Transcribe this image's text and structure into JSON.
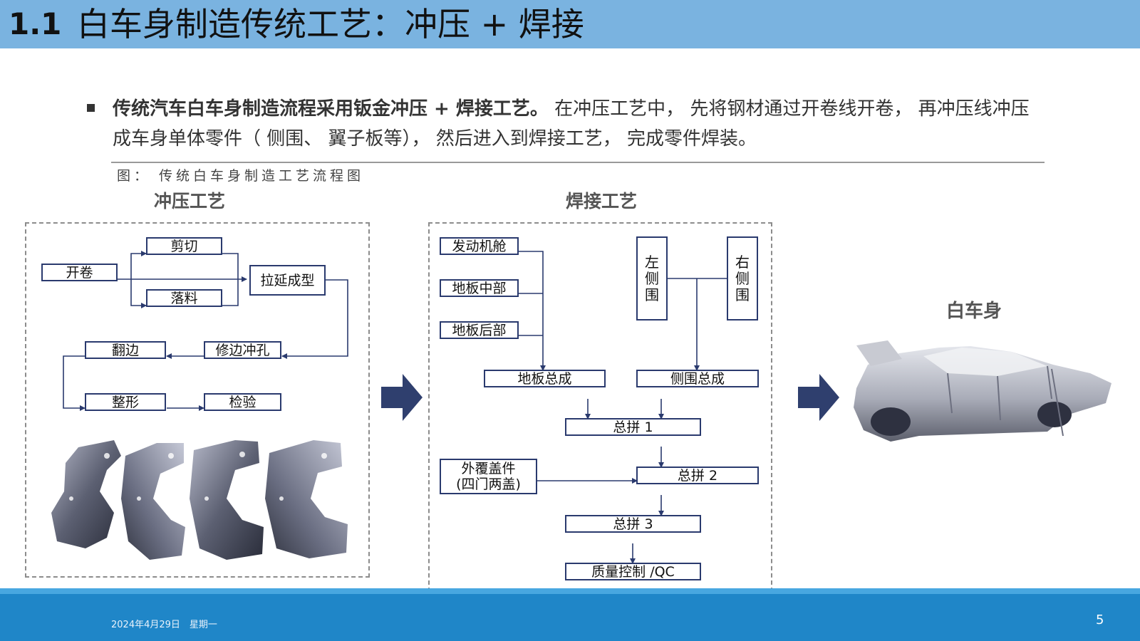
{
  "title": {
    "number": "1.1",
    "text": "白车身制造传统工艺：冲压 + 焊接"
  },
  "bullet": {
    "bold": "传统汽车白车身制造流程采用钣金冲压 + 焊接工艺。",
    "rest": "在冲压工艺中， 先将钢材通过开卷线开卷， 再冲压线冲压成车身单体零件（ 侧围、 翼子板等）， 然后进入到焊接工艺， 完成零件焊装。"
  },
  "figure_caption": "图： 传统白车身制造工艺流程图",
  "stamping": {
    "label": "冲压工艺",
    "nodes": {
      "uncoil": "开卷",
      "shear": "剪切",
      "blank": "落料",
      "draw": "拉延成型",
      "trim": "修边冲孔",
      "flange": "翻边",
      "shape": "整形",
      "inspect": "检验"
    }
  },
  "welding": {
    "label": "焊接工艺",
    "nodes": {
      "engine": "发动机舱",
      "floor_mid": "地板中部",
      "floor_rear": "地板后部",
      "left": [
        "左",
        "侧",
        "围"
      ],
      "right": [
        "右",
        "侧",
        "围"
      ],
      "floor_asm": "地板总成",
      "side_asm": "侧围总成",
      "m1": "总拼 1",
      "m2": "总拼 2",
      "m3": "总拼 3",
      "cover1": "外覆盖件",
      "cover2": "(四门两盖)",
      "qc": "质量控制 /QC"
    }
  },
  "result_label": "白车身",
  "footer": {
    "date": "2024年4月29日　星期一",
    "page": "5"
  },
  "colors": {
    "title_bar": "#7ab3e0",
    "node_border": "#2a3a6e",
    "arrow": "#2f3f6e",
    "footer": "#1f86c8"
  }
}
